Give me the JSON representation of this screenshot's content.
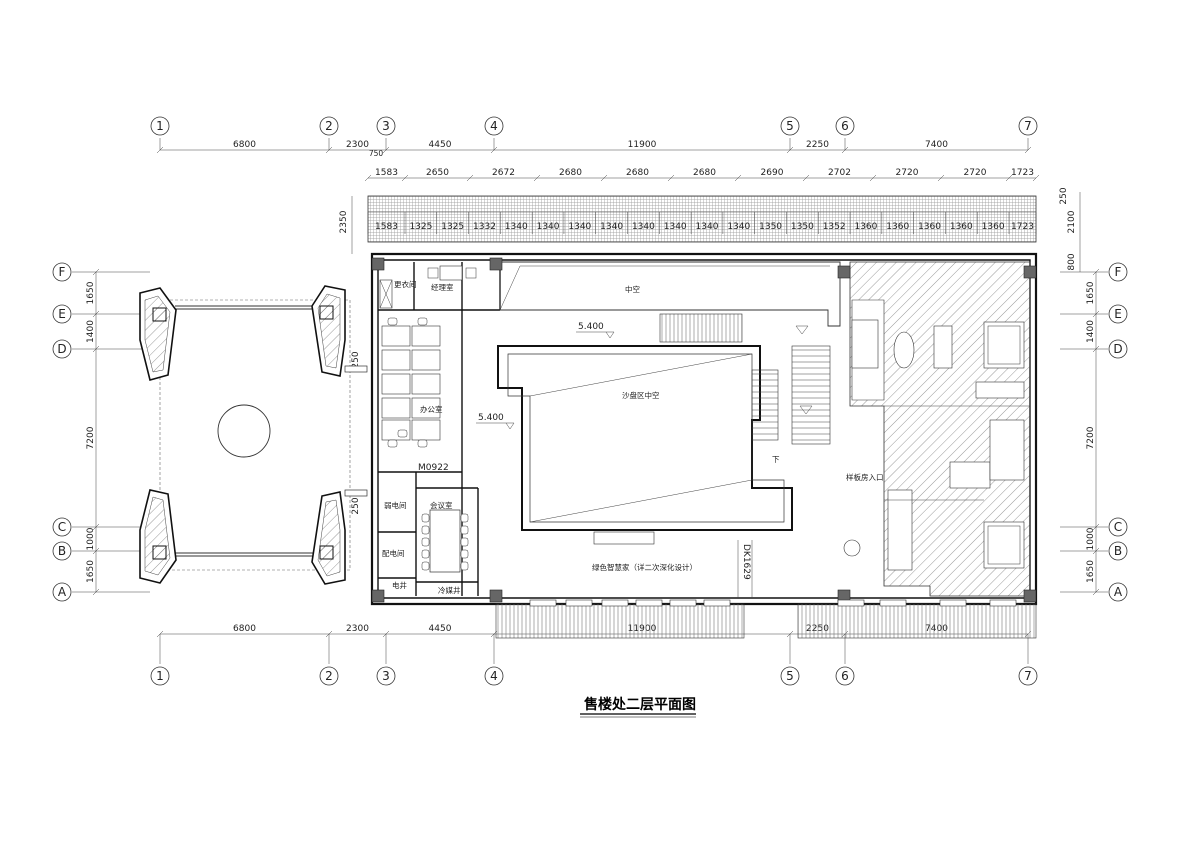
{
  "drawing": {
    "title": "售楼处二层平面图",
    "bg_color": "#ffffff",
    "line_color": "#222222"
  },
  "axes_x": [
    {
      "label": "1"
    },
    {
      "label": "2"
    },
    {
      "label": "3"
    },
    {
      "label": "4"
    },
    {
      "label": "5"
    },
    {
      "label": "6"
    },
    {
      "label": "7"
    }
  ],
  "axes_y": [
    {
      "label": "F"
    },
    {
      "label": "E"
    },
    {
      "label": "D"
    },
    {
      "label": "C"
    },
    {
      "label": "B"
    },
    {
      "label": "A"
    }
  ],
  "dims_top_axis": [
    "6800",
    "2300",
    "4450",
    "11900",
    "2250",
    "7400"
  ],
  "dims_top_small": [
    "750"
  ],
  "dims_top_row2": [
    "1583",
    "2650",
    "2672",
    "2680",
    "2680",
    "2680",
    "2690",
    "2702",
    "2720",
    "2720",
    "1723"
  ],
  "dims_top_row3": [
    "1583",
    "1325",
    "1325",
    "1332",
    "1340",
    "1340",
    "1340",
    "1340",
    "1340",
    "1340",
    "1340",
    "1340",
    "1350",
    "1350",
    "1352",
    "1360",
    "1360",
    "1360",
    "1360",
    "1360",
    "1723"
  ],
  "dims_bottom_axis": [
    "6800",
    "2300",
    "4450",
    "11900",
    "2250",
    "7400"
  ],
  "dims_left": [
    "1650",
    "1400",
    "7200",
    "1000",
    "1650"
  ],
  "dims_right": [
    "1650",
    "1400",
    "7200",
    "1000",
    "1650"
  ],
  "dims_right_extra": [
    "800",
    "2100",
    "250"
  ],
  "dims_left_canopy": "2350",
  "dims_misc": [
    "250",
    "250"
  ],
  "rooms": {
    "changing": "更衣间",
    "manager": "经理室",
    "atrium_top": "中空",
    "office": "办公室",
    "sand_table_void": "沙盘区中空",
    "door_tag": "M0922",
    "strong_elec": "弱电间",
    "meeting": "会议室",
    "power": "配电间",
    "elevator": "电井",
    "cold_well": "冷媒井",
    "green_exhibit": "绿色智慧家（详二次深化设计）",
    "door_dk": "DK1629",
    "model_entry": "样板房入口",
    "down": "下"
  },
  "levels": [
    "5.400",
    "5.400"
  ]
}
